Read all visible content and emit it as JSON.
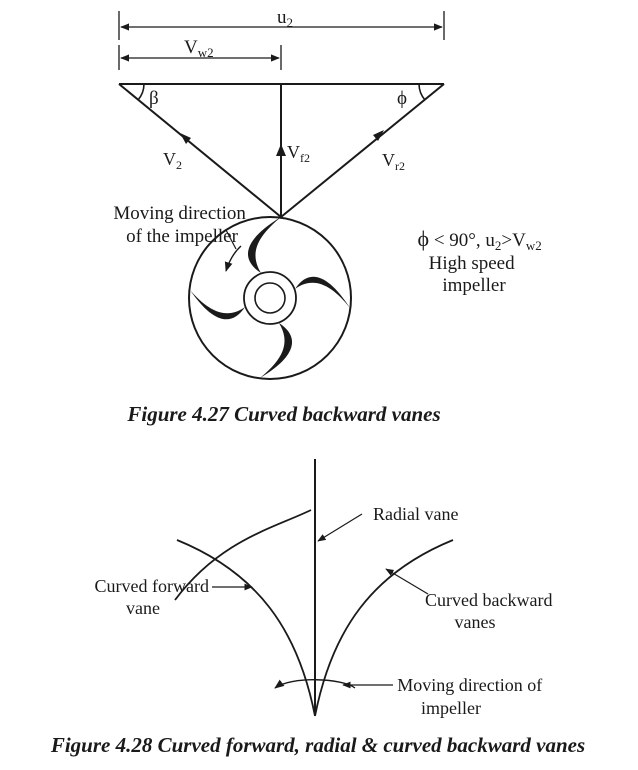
{
  "figure_427": {
    "u2": "u",
    "u2_sub": "2",
    "vw2": "V",
    "vw2_sub": "w2",
    "beta": "β",
    "phi": "ϕ",
    "v2": "V",
    "v2_sub": "2",
    "vf2": "V",
    "vf2_sub": "f2",
    "vr2": "V",
    "vr2_sub": "r2",
    "moving_line1": "Moving direction",
    "moving_line2": "of the impeller",
    "cond_phi": "ϕ",
    "cond_text1": " < 90°, u",
    "cond_sub1": "2",
    "cond_text2": ">V",
    "cond_sub2": "w2",
    "cond_line2": "High speed",
    "cond_line3": "impeller",
    "caption": "Figure 4.27 Curved backward vanes"
  },
  "figure_428": {
    "radial_label": "Radial vane",
    "forward_line1": "Curved forward",
    "forward_line2": "vane",
    "backward_line1": "Curved backward",
    "backward_line2": "vanes",
    "moving_line1": "Moving direction of",
    "moving_line2": "impeller",
    "caption": "Figure 4.28 Curved forward, radial & curved backward vanes"
  }
}
